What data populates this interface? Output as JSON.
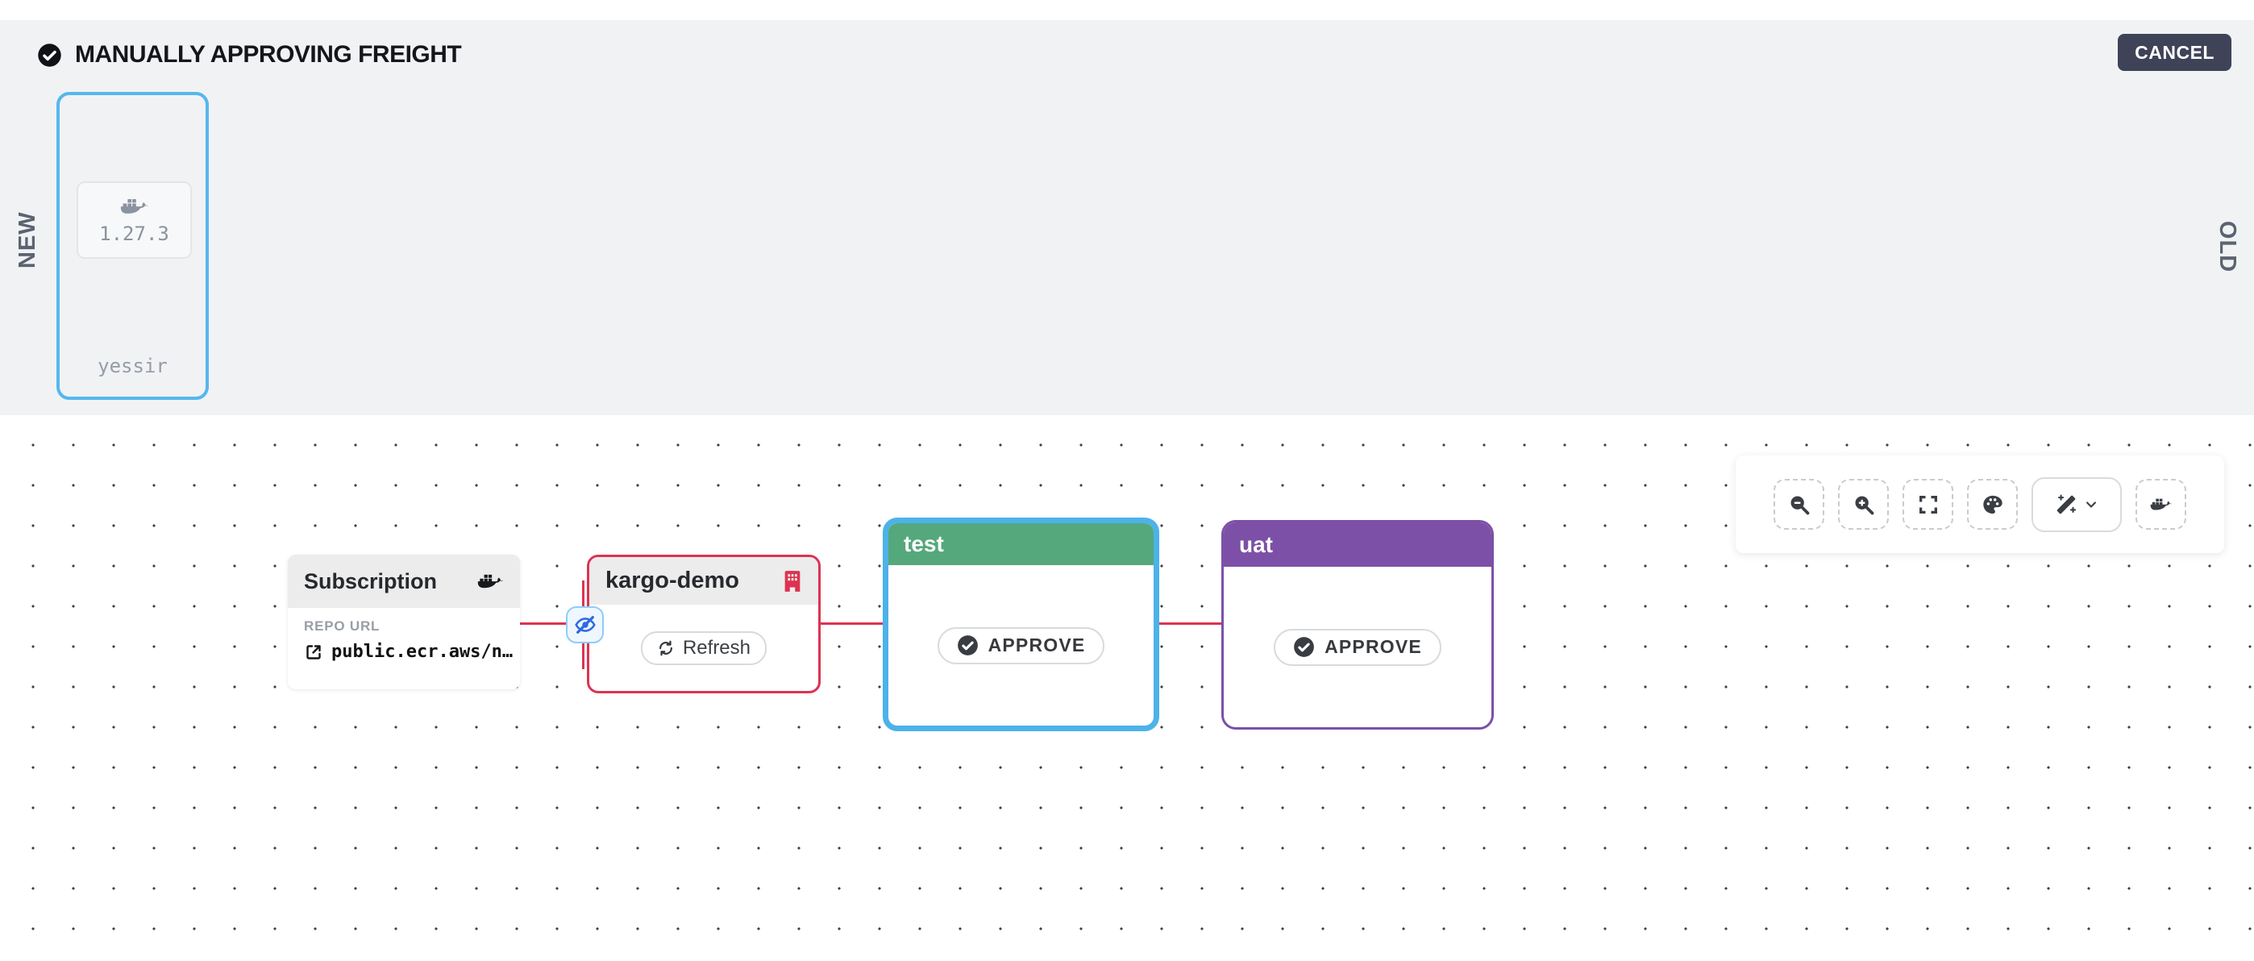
{
  "header": {
    "title": "MANUALLY APPROVING FREIGHT",
    "cancel_label": "CANCEL"
  },
  "freight_timeline": {
    "new_label": "NEW",
    "old_label": "OLD",
    "selected_freight": {
      "artifact_version": "1.27.3",
      "alias": "yessir"
    }
  },
  "pipeline": {
    "subscription_card": {
      "title": "Subscription",
      "repo_url_label": "REPO URL",
      "repo_url_value": "public.ecr.aws/n…"
    },
    "warehouse_card": {
      "title": "kargo-demo",
      "refresh_label": "Refresh"
    },
    "stages": [
      {
        "name": "test",
        "approve_label": "APPROVE",
        "header_color": "#55a87c",
        "border_color": "#4db2ea"
      },
      {
        "name": "uat",
        "approve_label": "APPROVE",
        "header_color": "#7c50a7",
        "border_color": "#7c50a7"
      }
    ]
  },
  "toolbar": {
    "buttons": [
      "zoom-out",
      "zoom-in",
      "fit-view",
      "palette",
      "auto-layout",
      "docker-filter"
    ]
  },
  "colors": {
    "accent_blue": "#4db2ea",
    "edge_red": "#dd3351",
    "stage_green": "#55a87c",
    "stage_purple": "#7c50a7",
    "cancel_button_bg": "#3e4357",
    "section_bg": "#f1f2f4",
    "canvas_dot": "#3f3f3f"
  }
}
